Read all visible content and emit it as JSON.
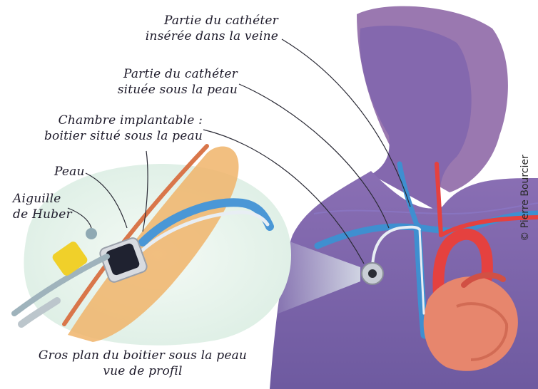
{
  "labels": {
    "vein_catheter": {
      "line1": "Partie du cathéter",
      "line2": "insérée dans la veine"
    },
    "skin_catheter": {
      "line1": "Partie du cathéter",
      "line2": "située sous la peau"
    },
    "chamber": {
      "line1": "Chambre implantable :",
      "line2": "boitier situé sous la peau"
    },
    "skin": "Peau",
    "needle": {
      "line1": "Aiguille",
      "line2": "de Huber"
    },
    "closeup_caption": {
      "line1": "Gros plan du boitier sous la peau",
      "line2": "vue de profil"
    }
  },
  "credit": "© Pierre Bourcier",
  "colors": {
    "body": "#7a63a8",
    "hair": "#9a78b0",
    "artery": "#e5413f",
    "vein": "#3f8fd0",
    "heart": "#e7866d",
    "skin_layer": "#f0b46a",
    "closeup_bg": "#eaf4ee",
    "needle_hub": "#f0d02a"
  }
}
